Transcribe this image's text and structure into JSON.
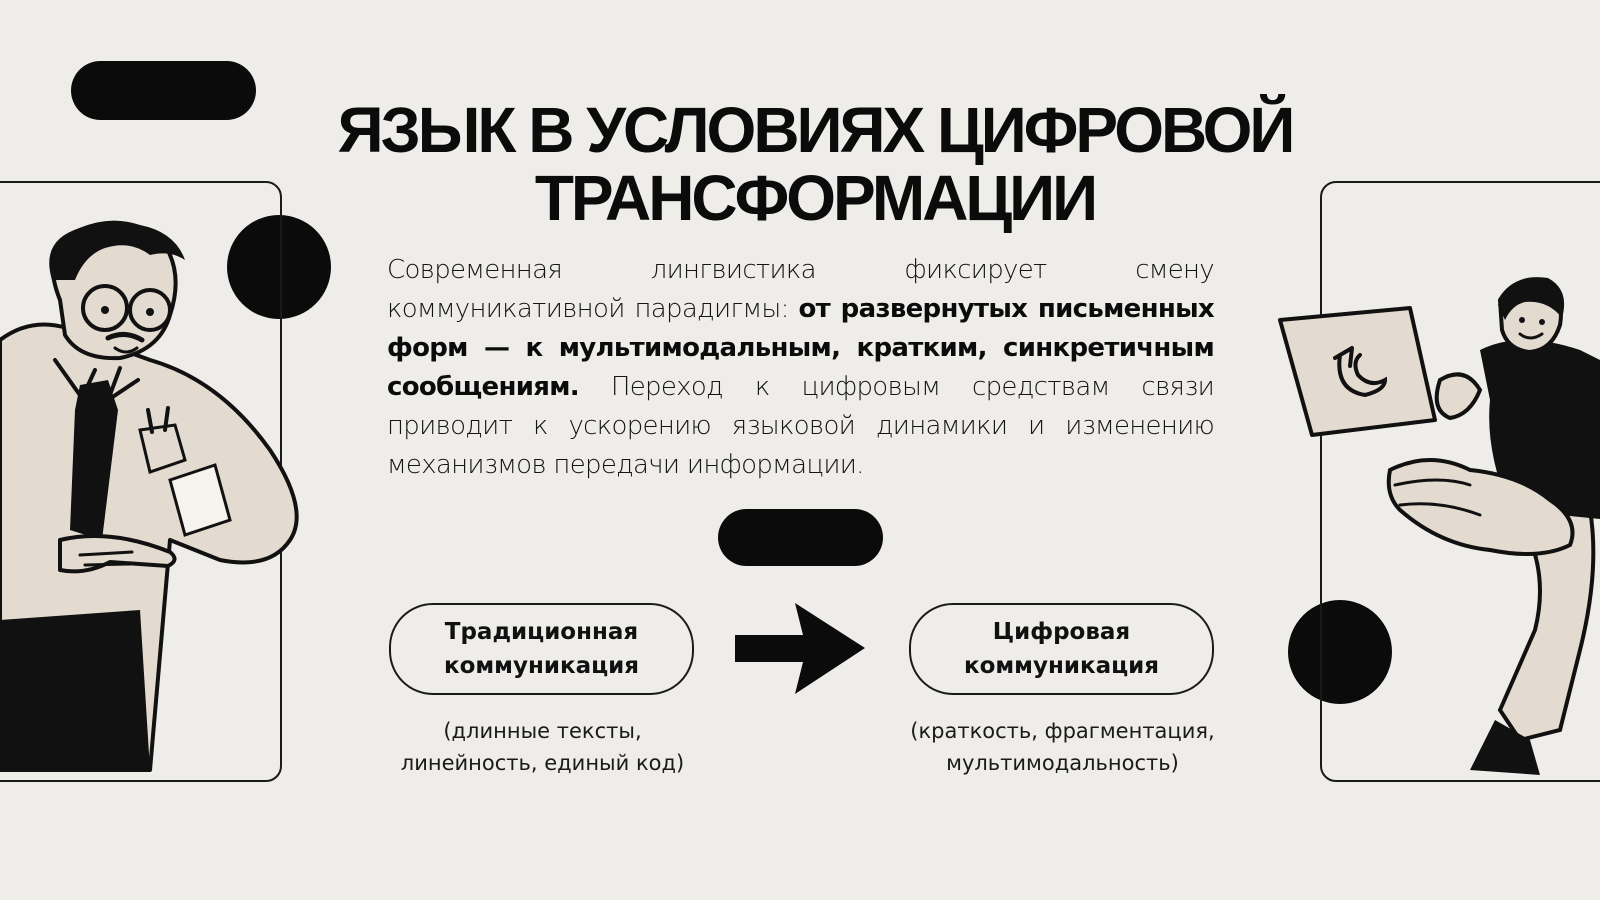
{
  "slide": {
    "title_lines": [
      "ЯЗЫК В УСЛОВИЯХ ЦИФРОВОЙ",
      "ТРАНСФОРМАЦИИ"
    ],
    "body": {
      "intro": "Современная лингвистика фиксирует смену коммуникативной парадигмы: ",
      "emphasis": "от развернутых письменных форм — к мультимодальным, кратким, синкретичным сообщениям.",
      "outro": " Переход к цифровым средствам связи приводит к ускорению языковой динамики и изменению механизмов передачи информации."
    },
    "flow": {
      "from": {
        "label_lines": [
          "Традиционная",
          "коммуникация"
        ],
        "caption_lines": [
          "(длинные тексты,",
          "линейность, единый код)"
        ]
      },
      "to": {
        "label_lines": [
          "Цифровая",
          "коммуникация"
        ],
        "caption_lines": [
          "(краткость, фрагментация,",
          "мультимодальность)"
        ]
      }
    },
    "icons": {
      "arrow": "arrow-right-icon",
      "left_illustration": "man-with-glasses-icon",
      "right_illustration": "person-with-tablet-icon"
    },
    "colors": {
      "background": "#efedea",
      "ink": "#0b0b0b",
      "skin": "#e4dbd0"
    }
  }
}
